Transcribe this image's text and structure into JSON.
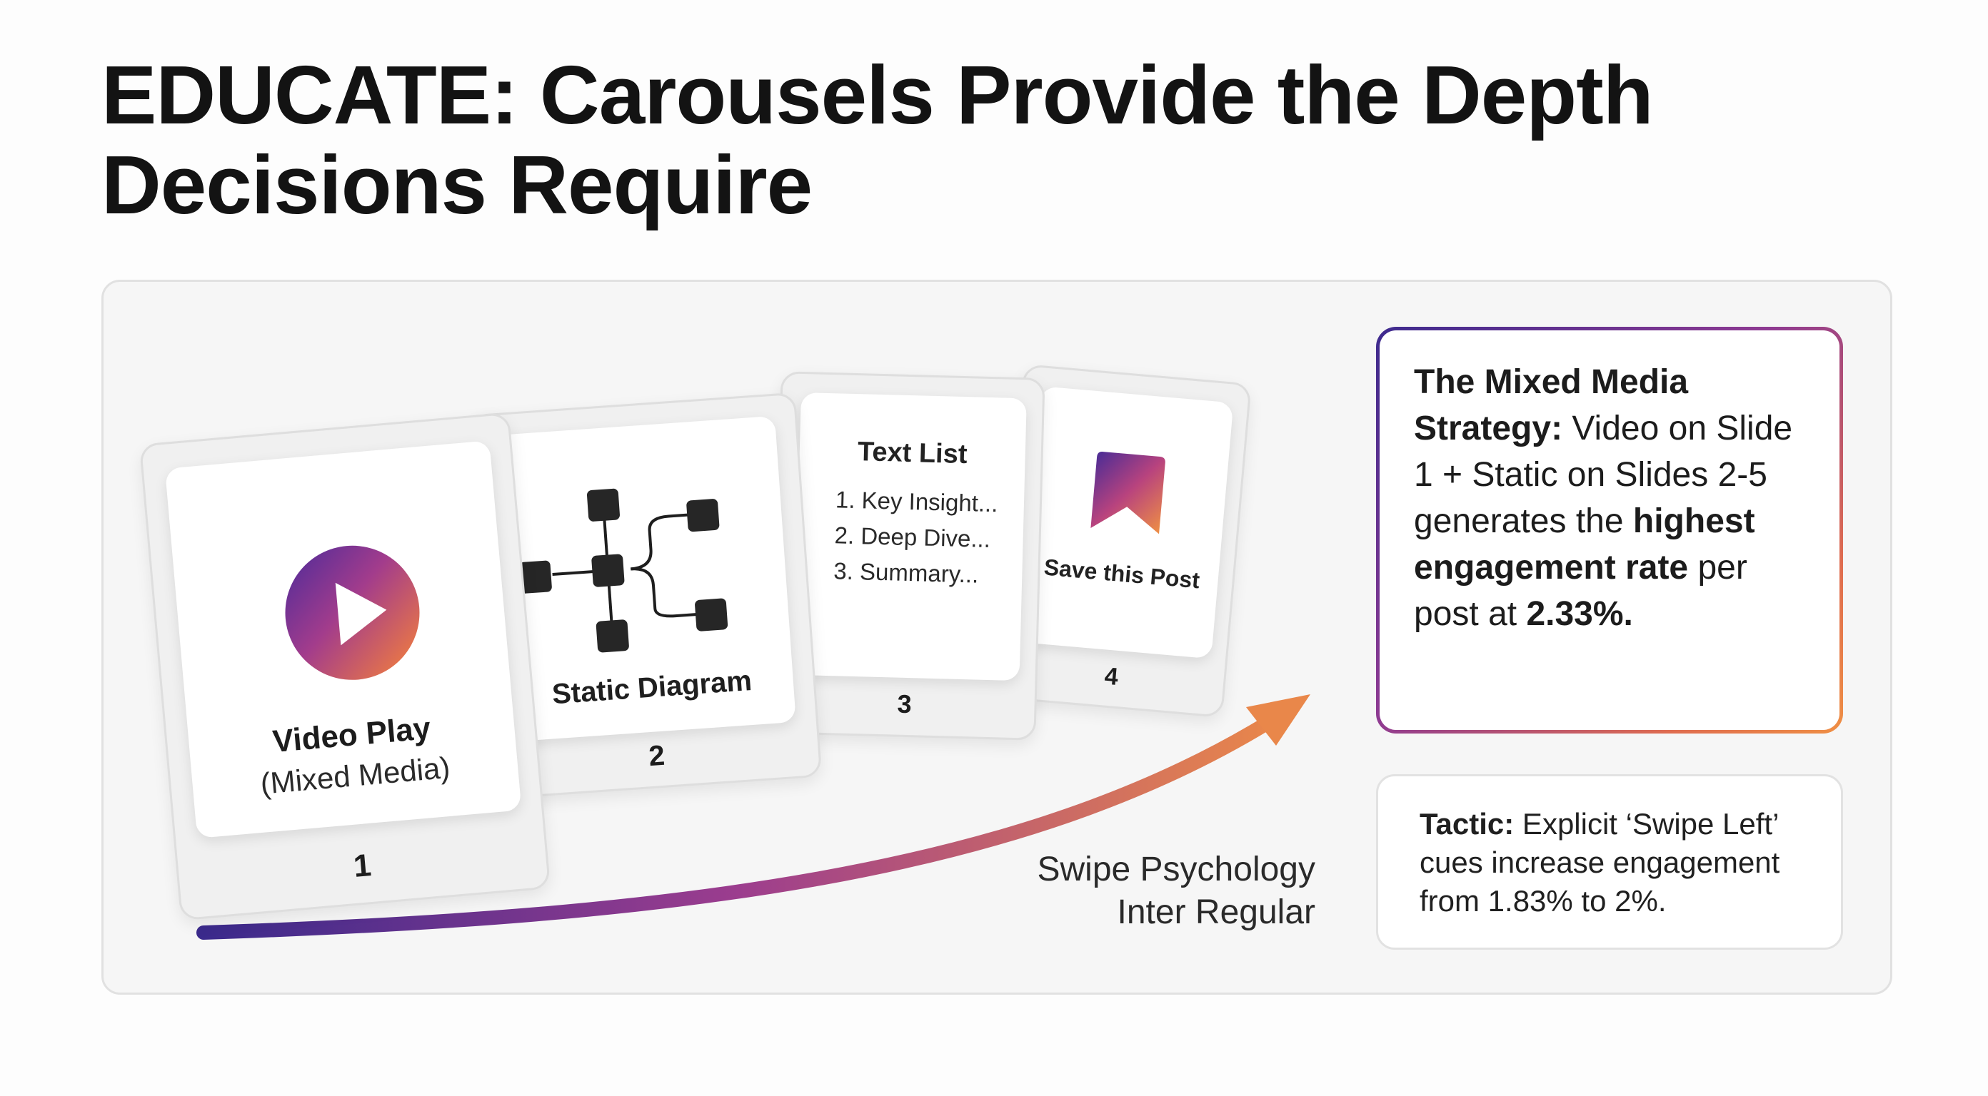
{
  "title": {
    "line1": "EDUCATE: Carousels Provide the Depth",
    "line2": "Decisions Require"
  },
  "slides": [
    {
      "number": "1",
      "label": "Video Play",
      "sublabel": "(Mixed Media)",
      "icon": "play-icon"
    },
    {
      "number": "2",
      "label": "Static Diagram",
      "icon": "diagram-icon"
    },
    {
      "number": "3",
      "label": "Text List",
      "items": [
        "1. Key Insight...",
        "2. Deep Dive...",
        "3. Summary..."
      ]
    },
    {
      "number": "4",
      "label": "Save this Post",
      "icon": "bookmark-icon"
    }
  ],
  "swipe": {
    "line1": "Swipe Psychology",
    "line2": "Inter Regular"
  },
  "strategy": {
    "bold1": "The Mixed Media Strategy:",
    "text1": " Video on Slide 1 + Static on Slides 2-5 generates the ",
    "bold2": "highest engagement rate",
    "text2": " per post at ",
    "bold3": "2.33%."
  },
  "tactic": {
    "bold": "Tactic:",
    "text": " Explicit ‘Swipe Left’ cues increase engagement from 1.83% to 2%."
  },
  "colors": {
    "gradient_start": "#3d2a8e",
    "gradient_mid": "#a23c8c",
    "gradient_end": "#ef8f44"
  }
}
